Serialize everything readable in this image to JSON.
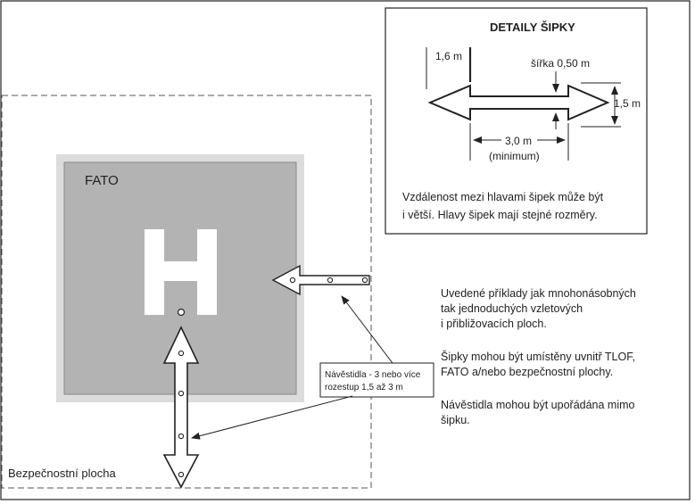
{
  "detail": {
    "title": "DETAILY ŠIPKY",
    "dim_tail": "1,6 m",
    "dim_shaft_width": "šířka 0,50 m",
    "dim_head_height": "1,5 m",
    "dim_length": "3,0 m",
    "dim_length_note": "(minimum)",
    "note_line1": "Vzdálenost mezi hlavami šipek může být",
    "note_line2": "i větší. Hlavy šipek mají stejné rozměry."
  },
  "fato": {
    "label": "FATO",
    "h_letter": "H"
  },
  "safety_area_label": "Bezpečnostní plocha",
  "callout": {
    "line1": "Návěstidla - 3 nebo více",
    "line2": "rozestup 1,5 až 3 m"
  },
  "notes": {
    "p1_line1": "Uvedené příklady jak mnohonásobných",
    "p1_line2": "tak jednoduchých vzletových",
    "p1_line3": "i přibližovacích ploch.",
    "p2_line1": "Šipky mohou být umístěny uvnitř TLOF,",
    "p2_line2": "FATO a/nebo bezpečnostní plochy.",
    "p3_line1": "Návěstidla mohou být upořádána mimo",
    "p3_line2": "šipku."
  },
  "colors": {
    "fato_fill": "#b3b3b3",
    "fato_border_light": "#dcdcdc",
    "line": "#222222",
    "dash": "#555555"
  }
}
